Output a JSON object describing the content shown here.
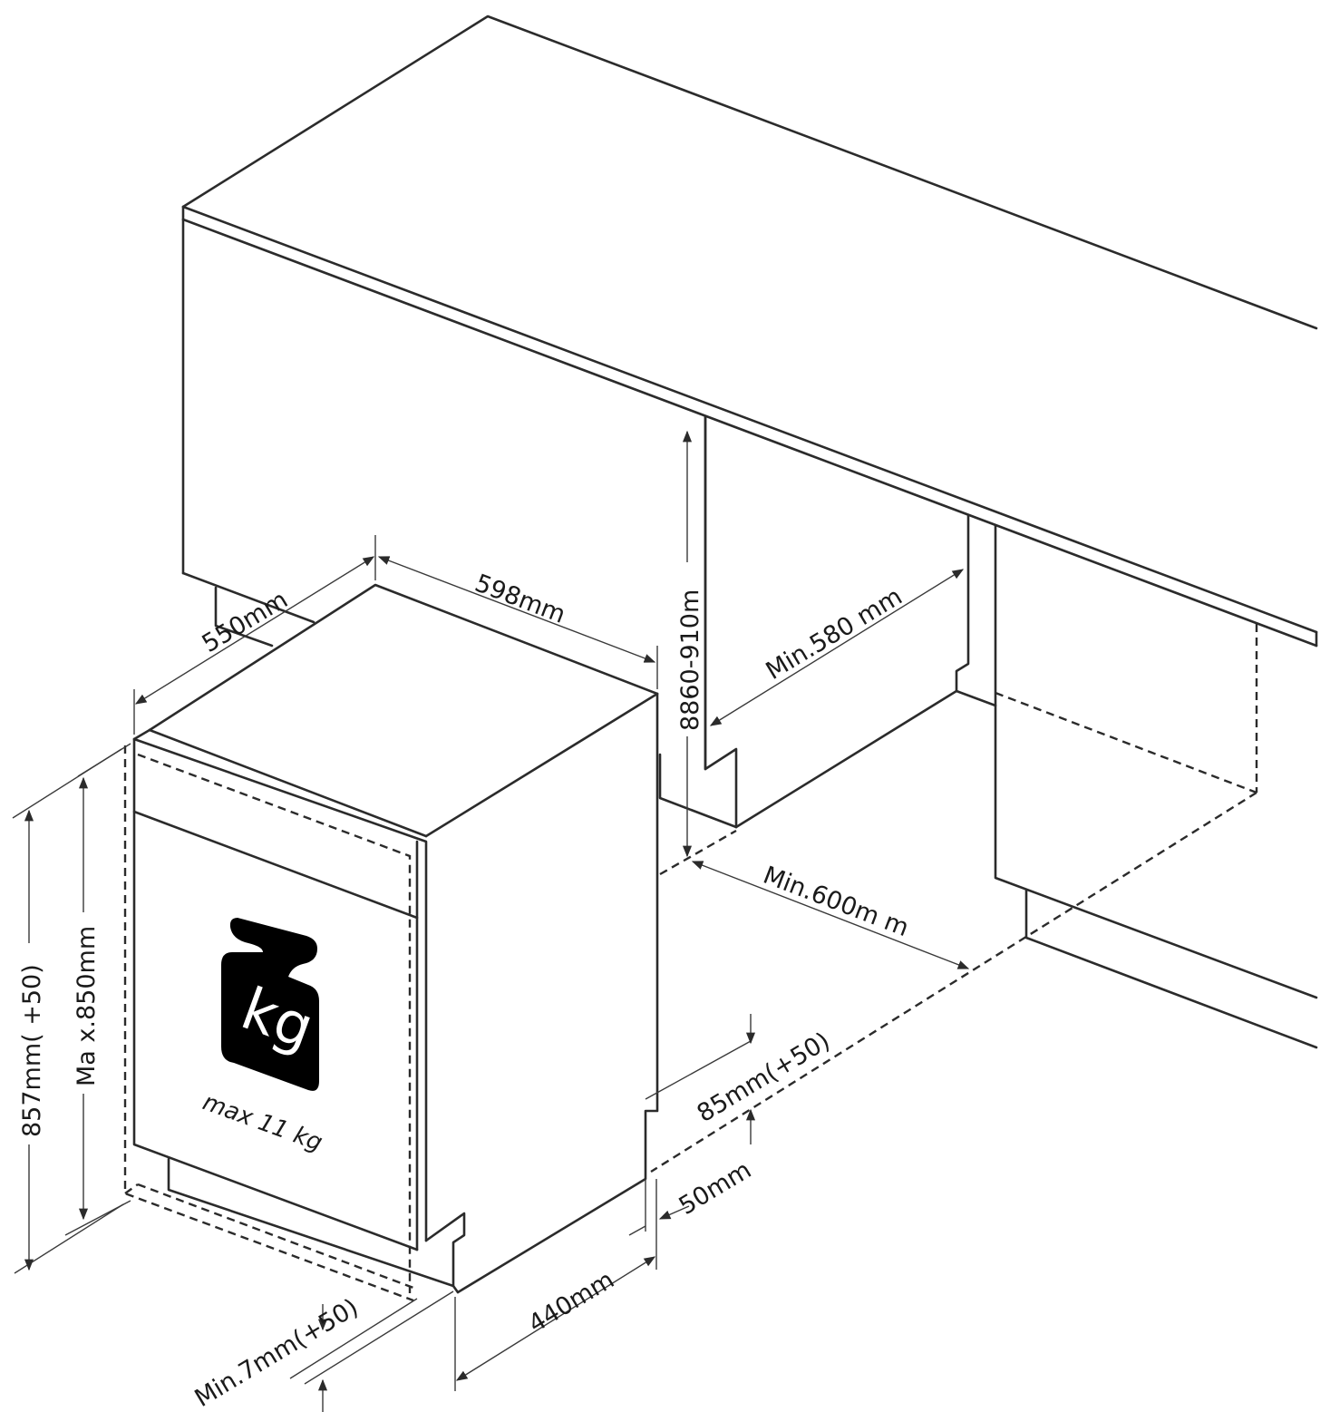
{
  "dimensions": {
    "depth_550": "550mm",
    "width_598": "598mm",
    "cabinet_height": "8860-910m",
    "min_depth_580": "Min.580 mm",
    "min_width_600": "Min.600m m",
    "height_857": "857mm( +50)",
    "max_height_850": "Ma x.850mm",
    "plinth_85": "85mm(+50)",
    "recess_50": "50mm",
    "plinth_440": "440mm",
    "min_gap_7": "Min.7mm(+50)"
  },
  "weight": {
    "unit": "kg",
    "caption": "max 11 kg"
  },
  "colors": {
    "line": "#2b2b2b",
    "background": "#ffffff",
    "weight_icon": "#000000"
  }
}
